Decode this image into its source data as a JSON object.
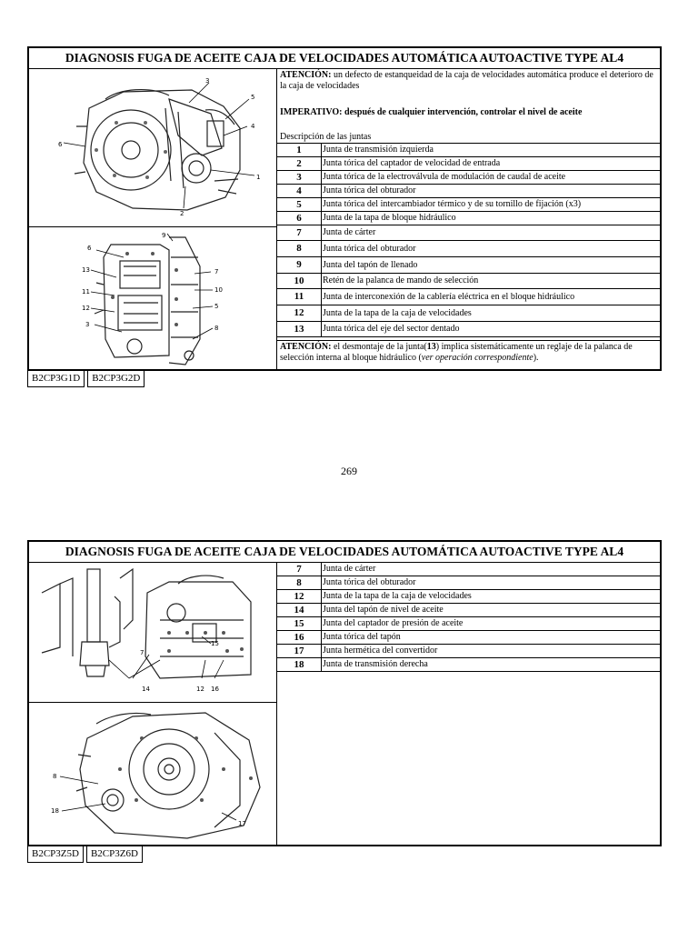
{
  "doc1": {
    "title": "DIAGNOSIS FUGA DE ACEITE CAJA DE VELOCIDADES AUTOMÁTICA AUTOACTIVE TYPE AL4",
    "attention_label": "ATENCIÓN:",
    "attention_text": " un defecto de estanqueidad de la caja de velocidades automática produce el deterioro de la caja de velocidades",
    "imperative_label": "IMPERATIVO:",
    "imperative_text": " después de cualquier intervención, controlar el nivel de aceite",
    "description_heading": "Descripción de las juntas",
    "rows": [
      {
        "num": "1",
        "desc": "Junta de transmisión izquierda"
      },
      {
        "num": "2",
        "desc": "Junta tórica del captador de velocidad de entrada"
      },
      {
        "num": "3",
        "desc": "Junta tórica de la electroválvula de modulación de caudal de aceite"
      },
      {
        "num": "4",
        "desc": "Junta tórica del obturador"
      },
      {
        "num": "5",
        "desc": "Junta tórica del intercambiador térmico y de su tornillo de fijación (x3)"
      },
      {
        "num": "6",
        "desc": "Junta de la tapa de bloque hidráulico"
      },
      {
        "num": "7",
        "desc": "Junta de cárter"
      },
      {
        "num": "8",
        "desc": "Junta tórica del obturador"
      },
      {
        "num": "9",
        "desc": "Junta del tapón de llenado"
      },
      {
        "num": "10",
        "desc": "Retén de la palanca de mando de selección"
      },
      {
        "num": "11",
        "desc": "Junta de interconexión de la cablería eléctrica en el bloque hidráulico"
      },
      {
        "num": "12",
        "desc": "Junta de la tapa de la caja de velocidades"
      },
      {
        "num": "13",
        "desc": "Junta tórica del eje del sector dentado"
      }
    ],
    "footer_label": "ATENCIÓN:",
    "footer_text_a": " el desmontaje de la junta(",
    "footer_bold": "13",
    "footer_text_b": ") implica sistemáticamente un reglaje de la palanca de selección interna al bloque hidráulico (",
    "footer_italic": "ver operación correspondiente",
    "footer_text_c": ").",
    "fig1_labels": [
      "3",
      "5",
      "4",
      "6",
      "1",
      "2"
    ],
    "fig2_labels": [
      "6",
      "13",
      "11",
      "12",
      "3",
      "9",
      "7",
      "10",
      "5",
      "8"
    ],
    "tabs": [
      "B2CP3G1D",
      "B2CP3G2D"
    ]
  },
  "page_number": "269",
  "doc2": {
    "title": "DIAGNOSIS FUGA DE ACEITE CAJA DE VELOCIDADES AUTOMÁTICA AUTOACTIVE TYPE AL4",
    "rows": [
      {
        "num": "7",
        "desc": "Junta de cárter"
      },
      {
        "num": "8",
        "desc": "Junta tórica del obturador"
      },
      {
        "num": "12",
        "desc": "Junta de la tapa de la caja de velocidades"
      },
      {
        "num": "14",
        "desc": "Junta del tapón de nivel de aceite"
      },
      {
        "num": "15",
        "desc": "Junta del captador de presión de aceite"
      },
      {
        "num": "16",
        "desc": "Junta tórica del tapón"
      },
      {
        "num": "17",
        "desc": "Junta hermética del convertidor"
      },
      {
        "num": "18",
        "desc": "Junta de transmisión derecha"
      }
    ],
    "fig3_labels": [
      "7",
      "15",
      "14",
      "12",
      "16"
    ],
    "fig4_labels": [
      "8",
      "18",
      "17"
    ],
    "tabs": [
      "B2CP3Z5D",
      "B2CP3Z6D"
    ]
  }
}
